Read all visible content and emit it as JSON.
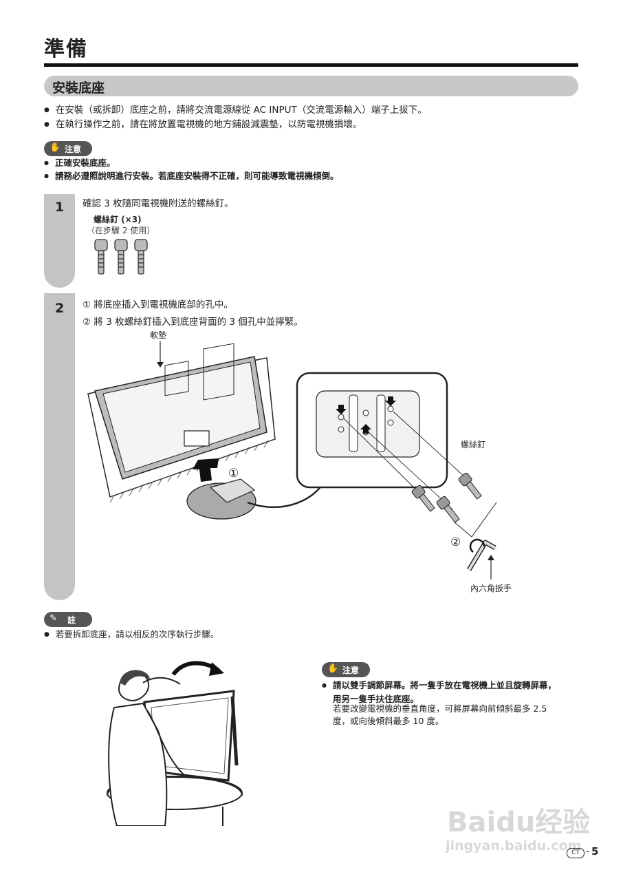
{
  "page_title": "準備",
  "section_title": "安裝底座",
  "intro_bullets": [
    "在安裝（或拆卸）底座之前，請將交流電源線從 AC INPUT（交流電源輸入）端子上拔下。",
    "在執行操作之前，請在將放置電視機的地方鋪設減震墊，以防電視機損壞。"
  ],
  "caution_label": "注意",
  "caution_items": [
    "正確安裝底座。",
    "請務必遵照說明進行安裝。若底座安裝得不正確，則可能導致電視機傾倒。"
  ],
  "step1": {
    "number": "1",
    "text": "確認 3 枚隨同電視機附送的螺絲釘。",
    "part_label": "螺絲釘 (×3)",
    "part_note": "（在步驟 2 使用）"
  },
  "step2": {
    "number": "2",
    "line1_marker": "①",
    "line1": "將底座插入到電視機底部的孔中。",
    "line2_marker": "②",
    "line2": "將 3 枚螺絲釘插入到底座背面的 3 個孔中並擰緊。",
    "label_cushion": "軟墊",
    "label_screw": "螺絲釘",
    "label_wrench": "內六角扳手",
    "callout1": "①",
    "callout2": "②"
  },
  "note_label": "註",
  "note_items": [
    "若要拆卸底座，請以相反的次序執行步驟。"
  ],
  "caution2_label": "注意",
  "caution2_bold_line1": "請以雙手調節屏幕。將一隻手放在電視機上並且旋轉屏幕，",
  "caution2_bold_line2": "用另一隻手扶住底座。",
  "caution2_text_line1": "若要改變電視機的垂直角度，可將屏幕向前傾斜最多 2.5",
  "caution2_text_line2": "度，或向後傾斜最多 10 度。",
  "watermark_main": "Baidu经验",
  "watermark_sub": "jingyan.baidu.com",
  "footer_badge": "CT",
  "footer_dash": "-",
  "page_number": "5"
}
